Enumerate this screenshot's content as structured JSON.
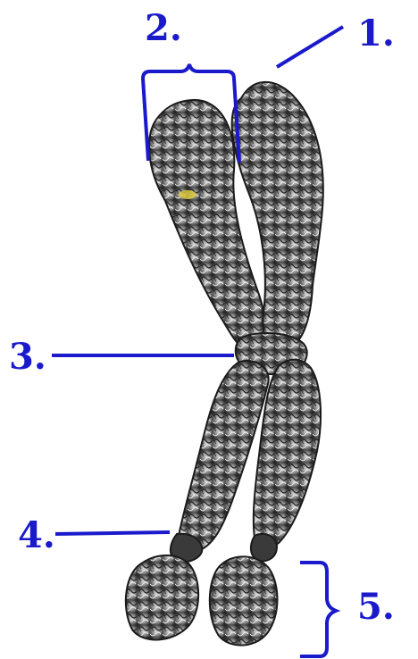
{
  "labels": {
    "one": "1.",
    "two": "2.",
    "three": "3.",
    "four": "4.",
    "five": "5."
  },
  "colors": {
    "label": "#1a1acc",
    "chromatin_dark": "#2a2a2a",
    "chromatin_mid": "#8a8a8a",
    "chromatin_light": "#d8d8d8",
    "highlight_spot": "#d4c23a",
    "background": "#ffffff"
  }
}
